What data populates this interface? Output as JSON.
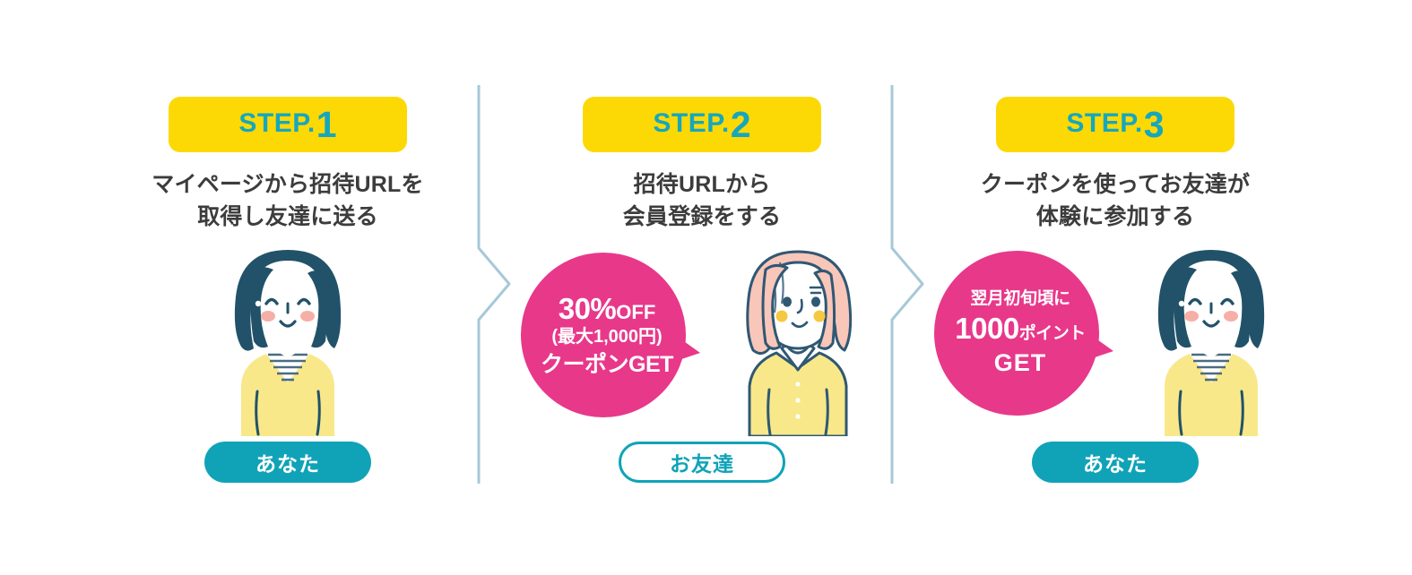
{
  "colors": {
    "badge_yellow": "#FCD905",
    "step_teal": "#16A7BE",
    "pill_teal": "#10A3B8",
    "bubble_pink": "#E8388A",
    "heading_gray": "#3C3C3C",
    "divider_blue": "#A7C8D8",
    "hair_navy": "#215269",
    "hair_pink": "#F9C6BA",
    "sweater_yellow": "#F8E88A",
    "cheek_pink": "#F6AFA6",
    "cheek_yellow": "#F5C842"
  },
  "steps": [
    {
      "badge_label": "STEP.",
      "badge_number": "1",
      "heading_line1": "マイページから招待URLを",
      "heading_line2": "取得し友達に送る",
      "role_label": "あなた",
      "role_style": "solid",
      "character": "navy-bob-woman"
    },
    {
      "badge_label": "STEP.",
      "badge_number": "2",
      "heading_line1": "招待URLから",
      "heading_line2": "会員登録をする",
      "role_label": "お友達",
      "role_style": "outline",
      "character": "pink-hair-woman",
      "bubble": {
        "line1_main": "30%",
        "line1_sub": "OFF",
        "line2": "(最大1,000円)",
        "line3": "クーポンGET"
      }
    },
    {
      "badge_label": "STEP.",
      "badge_number": "3",
      "heading_line1": "クーポンを使ってお友達が",
      "heading_line2": "体験に参加する",
      "role_label": "あなた",
      "role_style": "solid",
      "character": "navy-bob-woman",
      "bubble": {
        "line1": "翌月初旬頃に",
        "line2_main": "1000",
        "line2_sub": "ポイント",
        "line3": "GET"
      }
    }
  ]
}
